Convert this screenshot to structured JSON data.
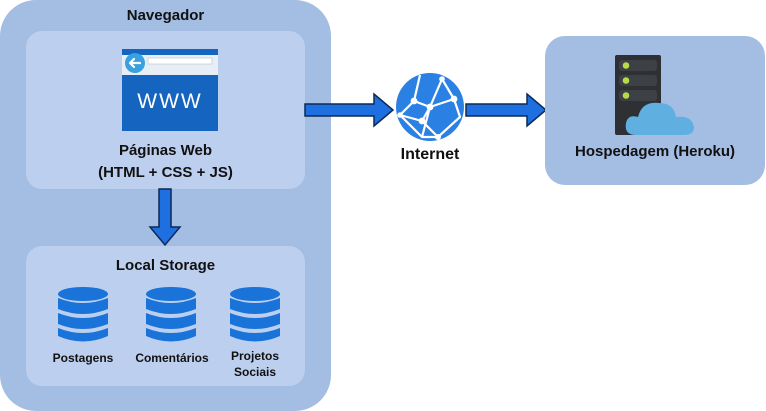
{
  "browser": {
    "title": "Navegador",
    "web_pages": {
      "line1": "Páginas Web",
      "line2": "(HTML + CSS + JS)",
      "www_text": "WWW"
    },
    "local_storage": {
      "title": "Local Storage",
      "items": [
        {
          "label_line1": "Postagens",
          "label_line2": ""
        },
        {
          "label_line1": "Comentários",
          "label_line2": ""
        },
        {
          "label_line1": "Projetos",
          "label_line2": "Sociais"
        }
      ]
    }
  },
  "internet": {
    "label": "Internet"
  },
  "hosting": {
    "label": "Hospedagem (Heroku)"
  },
  "colors": {
    "outer_box": "#a4bde3",
    "inner_box": "#bccfee",
    "accent_blue": "#1a73d9",
    "arrow_blue": "#1e6fe0",
    "server_dark": "#2e3033",
    "server_led": "#b7d94a",
    "cloud": "#5fb0e0"
  },
  "icons": [
    "browser-www-icon",
    "globe-network-icon",
    "server-cloud-icon",
    "database-icon",
    "arrow-icon"
  ]
}
